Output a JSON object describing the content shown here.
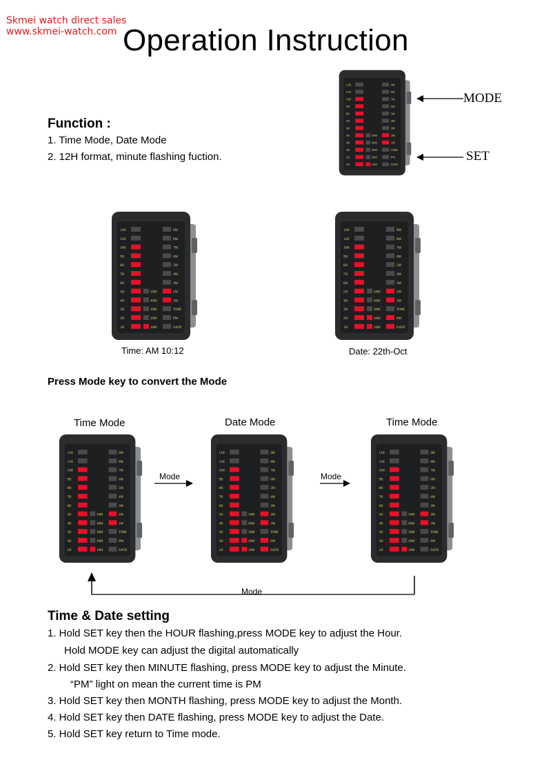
{
  "brand": {
    "line1": "Skmei watch direct sales",
    "line2": "www.skmei-watch.com"
  },
  "title": "Operation Instruction",
  "function": {
    "heading": "Function :",
    "items": [
      "1. Time Mode, Date Mode",
      "2. 12H format, minute flashing fuction."
    ]
  },
  "callouts": {
    "mode": "MODE",
    "set": "SET"
  },
  "watch_labels": {
    "left": [
      "12H",
      "11H",
      "10H",
      "9H",
      "8H",
      "7H",
      "6H",
      "5H",
      "4H",
      "3H",
      "2H",
      "1H"
    ],
    "mid": [
      "50M",
      "40M",
      "30M",
      "20M",
      "10M"
    ],
    "right": [
      "9M",
      "8M",
      "7M",
      "6M",
      "5M",
      "4M",
      "3M",
      "2M",
      "1M",
      "TIME",
      "PM",
      "DATE"
    ]
  },
  "examples": {
    "time_caption": "Time: AM 10:12",
    "date_caption": "Date: 22th-Oct"
  },
  "press_mode": "Press Mode key to convert the Mode",
  "mode_cycle": {
    "titles": [
      "Time Mode",
      "Date Mode",
      "Time Mode"
    ],
    "arrow_label": "Mode",
    "loop_label": "Mode"
  },
  "setting": {
    "heading": "Time & Date setting",
    "lines": [
      "1. Hold SET key then the HOUR flashing,press MODE key to adjust the Hour.",
      "Hold MODE key can adjust the digital automatically",
      "2. Hold SET key then MINUTE flashing, press MODE key to adjust the Minute.",
      "“PM” light on mean the current time is PM",
      "3. Hold SET key then MONTH flashing, press MODE key to adjust the Month.",
      "4. Hold SET key then DATE flashing, press MODE key to adjust the Date.",
      "5. Hold SET key return to Time mode."
    ]
  },
  "colors": {
    "brand": "#e01b1b",
    "led_on": "#e8102a",
    "led_off": "#4a4a4a",
    "body": "#2a2c2e",
    "label": "#d9d96a"
  }
}
